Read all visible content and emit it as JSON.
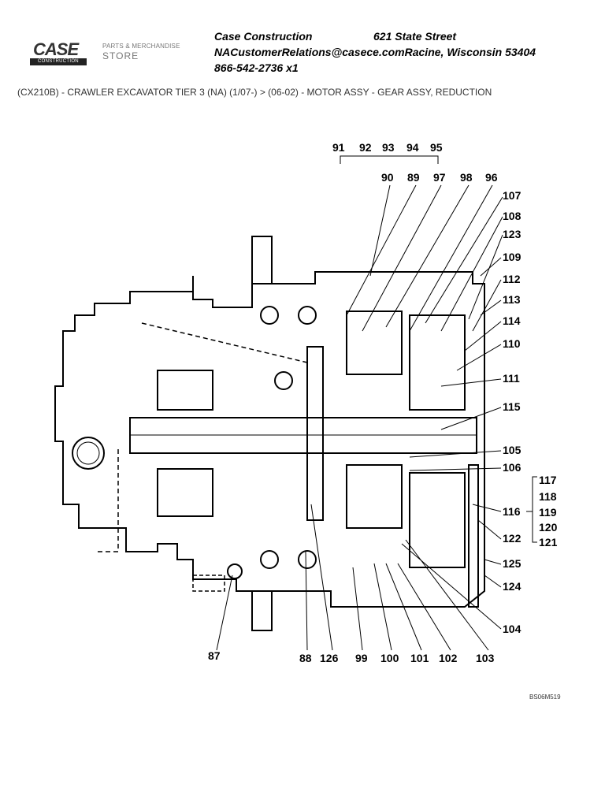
{
  "logo": {
    "brand": "CASE",
    "brand_sub": "CONSTRUCTION",
    "store_line1": "PARTS & MERCHANDISE",
    "store_line2": "STORE"
  },
  "contact": {
    "company": "Case Construction",
    "street": "621 State Street",
    "email": "NACustomerRelations@casece.com",
    "city": "Racine, Wisconsin 53404",
    "phone": "866-542-2736 x1"
  },
  "breadcrumb": "(CX210B) - CRAWLER EXCAVATOR TIER 3 (NA) (1/07-) > (06-02) - MOTOR ASSY - GEAR ASSY, REDUCTION",
  "diagram": {
    "callouts": {
      "c91": "91",
      "c92": "92",
      "c93": "93",
      "c94": "94",
      "c95": "95",
      "c90": "90",
      "c89": "89",
      "c97": "97",
      "c98": "98",
      "c96": "96",
      "c107": "107",
      "c108": "108",
      "c123": "123",
      "c109": "109",
      "c112": "112",
      "c113": "113",
      "c114": "114",
      "c110": "110",
      "c111": "111",
      "c115": "115",
      "c105": "105",
      "c106": "106",
      "c117": "117",
      "c118": "118",
      "c116": "116",
      "c119": "119",
      "c120": "120",
      "c122": "122",
      "c121": "121",
      "c125": "125",
      "c124": "124",
      "c104": "104",
      "c87": "87",
      "c88": "88",
      "c126": "126",
      "c99": "99",
      "c100": "100",
      "c101": "101",
      "c102": "102",
      "c103": "103"
    },
    "drawing_code": "BS06M519"
  }
}
